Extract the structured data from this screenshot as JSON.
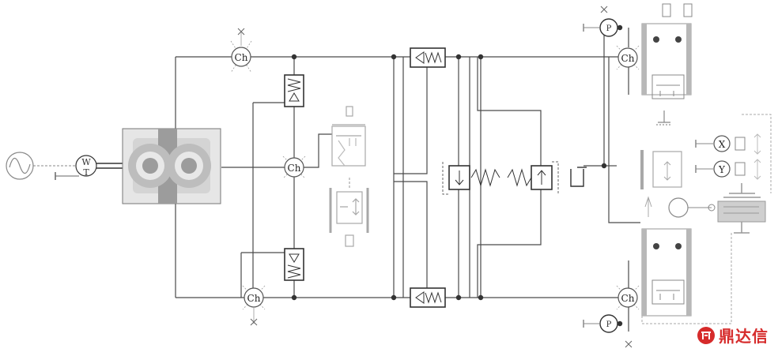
{
  "diagram": {
    "node_label": "Ch",
    "torque_sensor_label": {
      "line1": "W",
      "line2": "T"
    },
    "pressure_label": "P",
    "x_label": "X",
    "y_label": "Y"
  },
  "watermark": {
    "text": "鼎达信"
  },
  "colors": {
    "line": "#4a4a4a",
    "light": "#a8a8a8",
    "pump_gray": "#c8c8c8",
    "watermark": "#d62b2b"
  }
}
